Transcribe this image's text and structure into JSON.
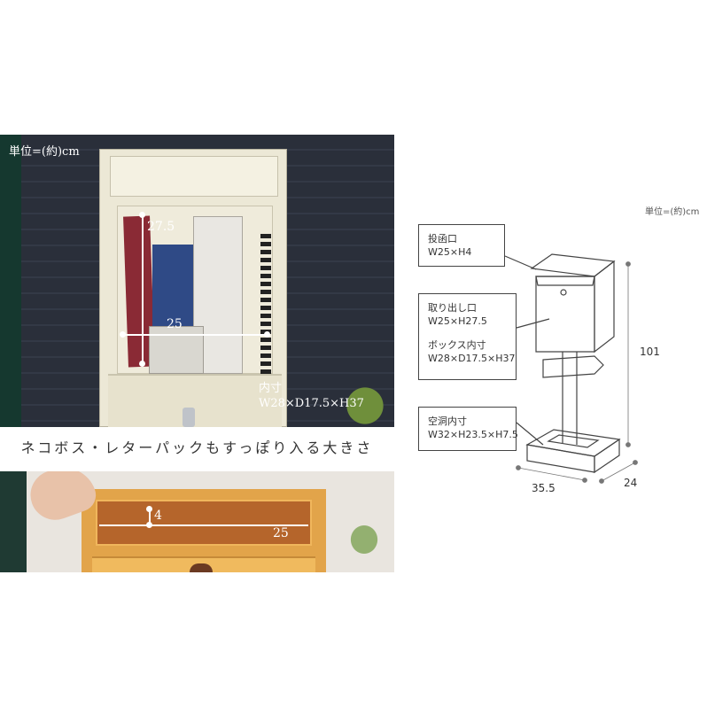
{
  "photo_top": {
    "unit_label": "単位=(約)cm",
    "height_label": "27.5",
    "width_label": "25",
    "inner_label": "内寸",
    "inner_size": "W28×D17.5×H37"
  },
  "caption": "ネコボス・レターパックもすっぽり入る大きさ",
  "photo_bottom": {
    "height_label": "4",
    "width_label": "25"
  },
  "diagram": {
    "unit_label": "単位=(約)cm",
    "callout_slot": {
      "title": "投函口",
      "size": "W25×H4"
    },
    "callout_takeout": {
      "title": "取り出し口",
      "size": "W25×H27.5",
      "title2": "ボックス内寸",
      "size2": "W28×D17.5×H37"
    },
    "callout_base": {
      "title": "空洞内寸",
      "size": "W32×H23.5×H7.5"
    },
    "height": "101",
    "base_width": "35.5",
    "base_depth": "24"
  },
  "colors": {
    "box_cream": "#ece8d6",
    "box_yellow": "#e2a44a",
    "line": "#444444"
  }
}
